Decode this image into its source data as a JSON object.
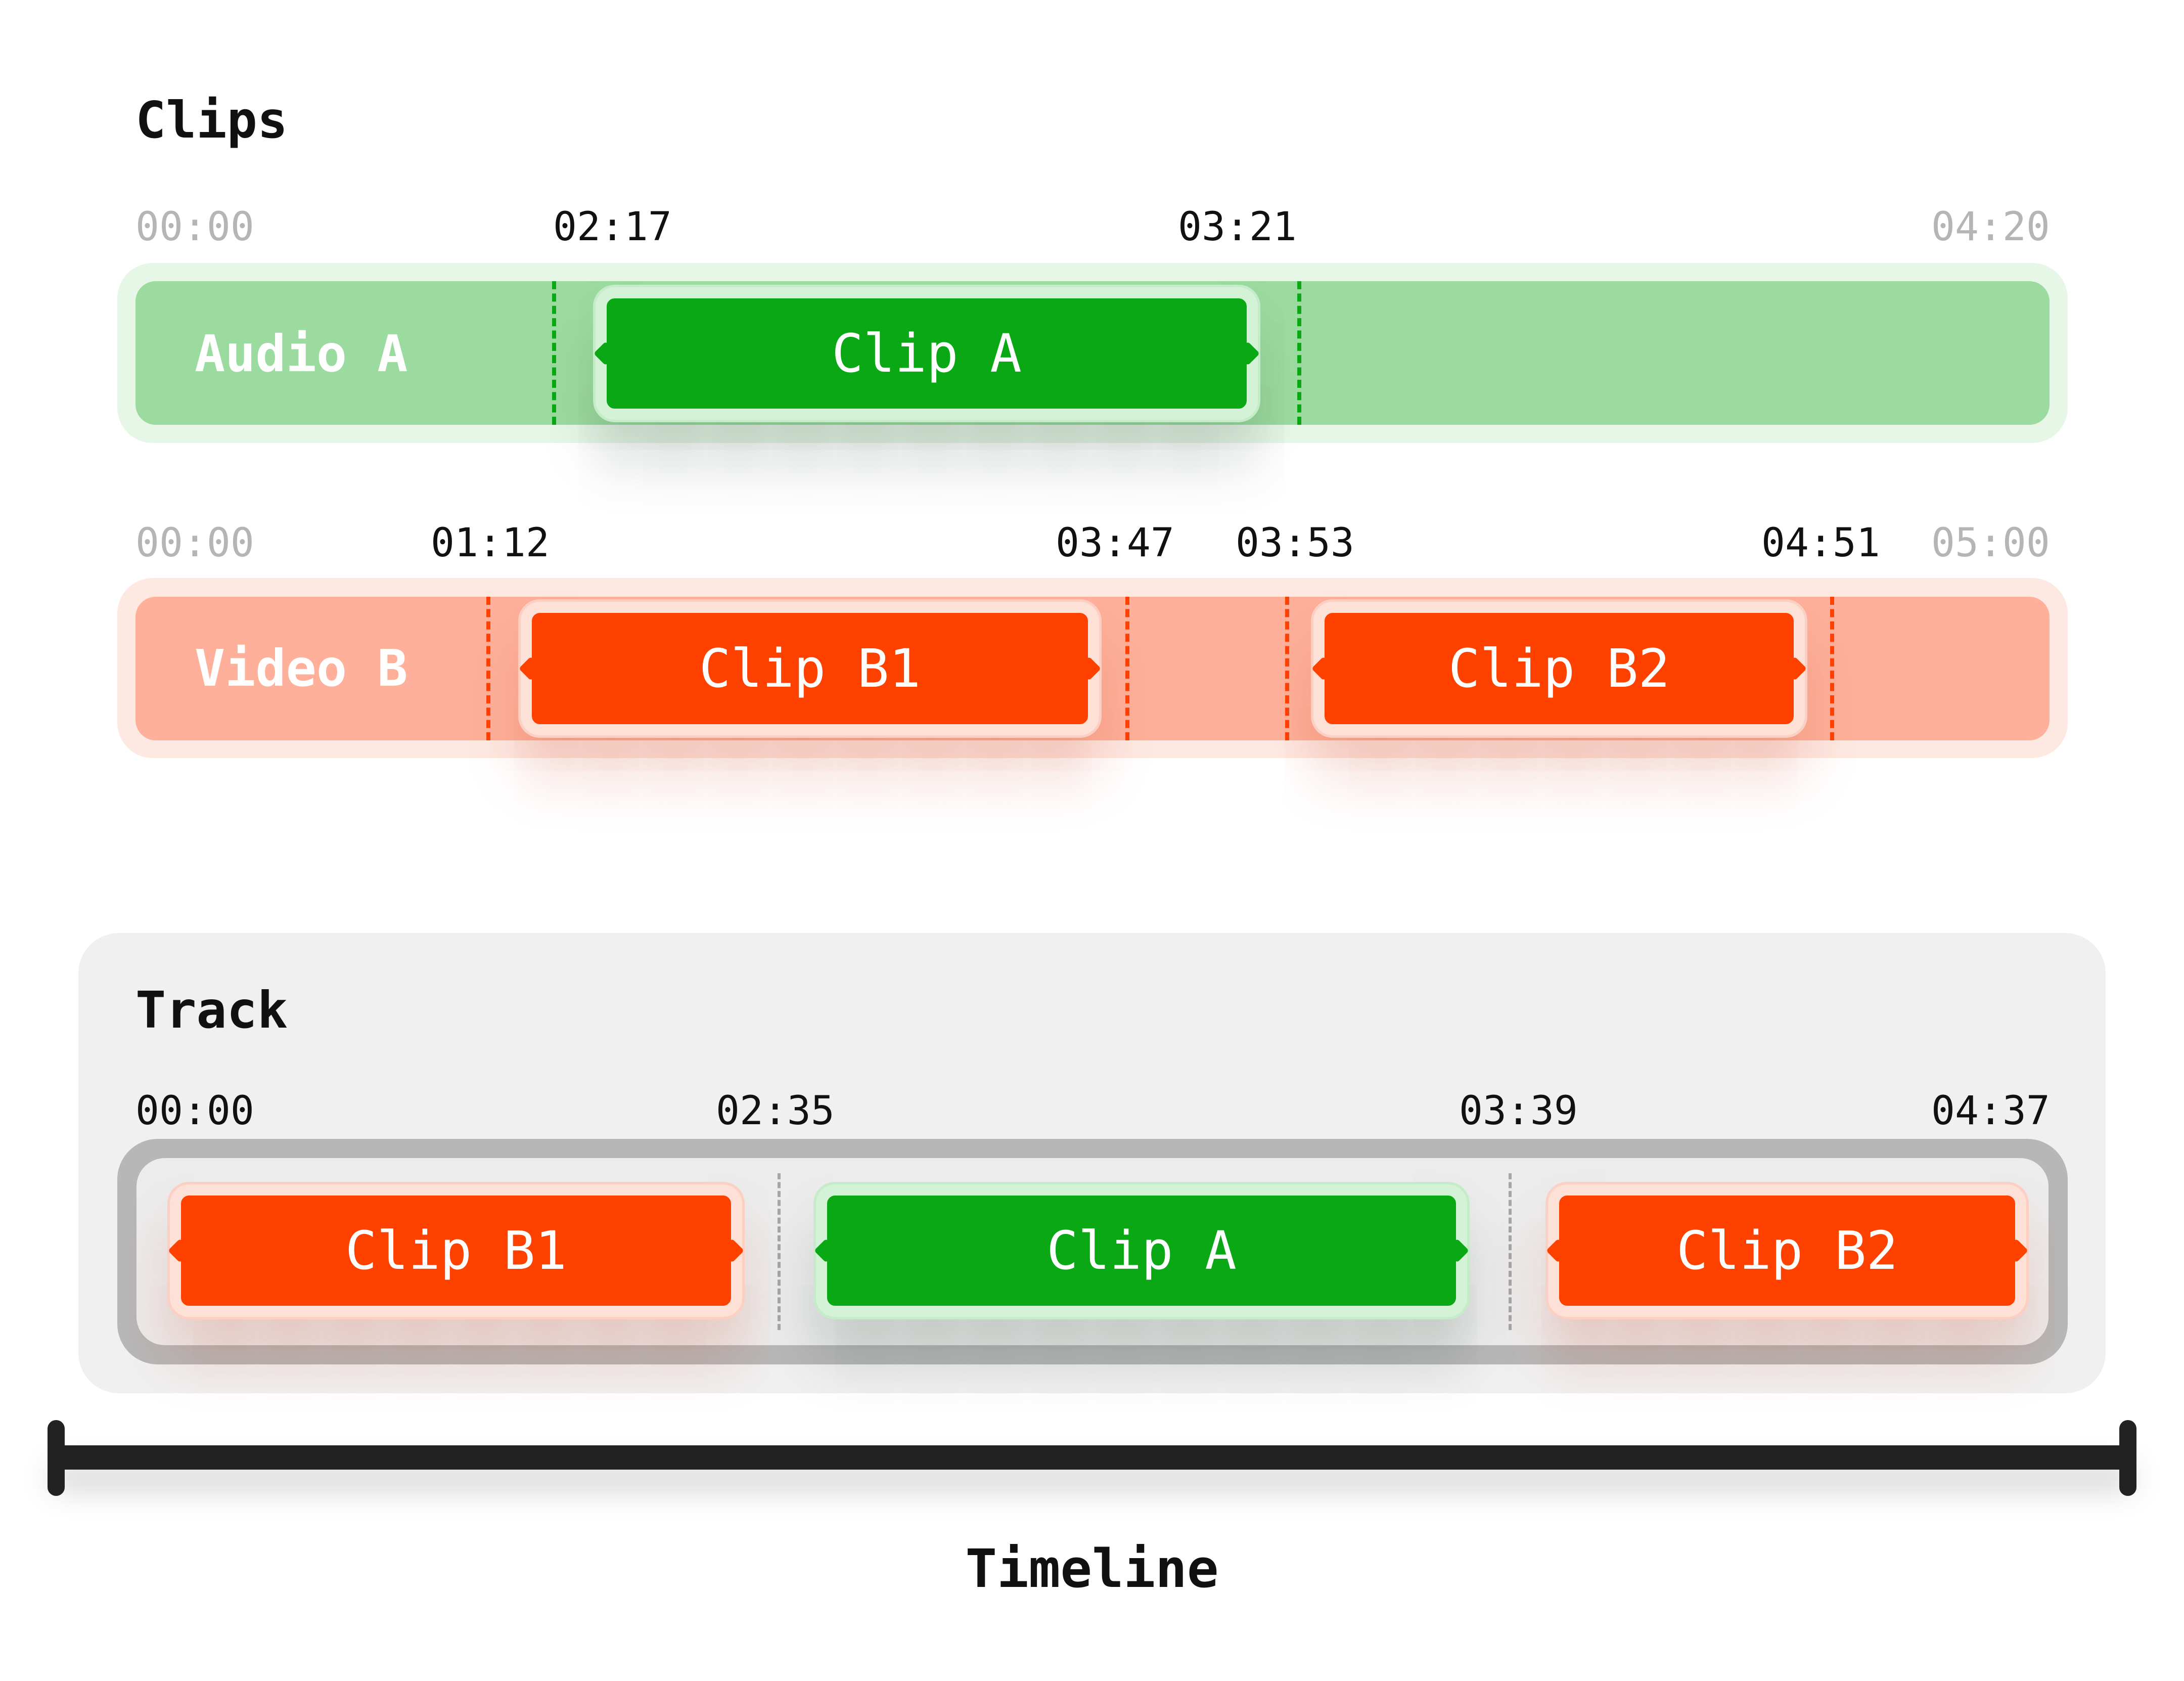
{
  "clips_section": {
    "title": "Clips"
  },
  "audio": {
    "label": "Audio A",
    "ticks": [
      "00:00",
      "02:17",
      "03:21",
      "04:20"
    ],
    "clip_label": "Clip A",
    "color": "#0aa815",
    "lane_color": "#9cdb9f"
  },
  "video": {
    "label": "Video B",
    "ticks": [
      "00:00",
      "01:12",
      "03:47",
      "03:53",
      "04:51",
      "05:00"
    ],
    "clip_b1_label": "Clip B1",
    "clip_b2_label": "Clip B2",
    "color": "#ff4100",
    "lane_color": "#feb09a"
  },
  "track": {
    "title": "Track",
    "ticks": [
      "00:00",
      "02:35",
      "03:39",
      "04:37"
    ],
    "clips": [
      "Clip B1",
      "Clip A",
      "Clip B2"
    ]
  },
  "timeline": {
    "label": "Timeline"
  }
}
